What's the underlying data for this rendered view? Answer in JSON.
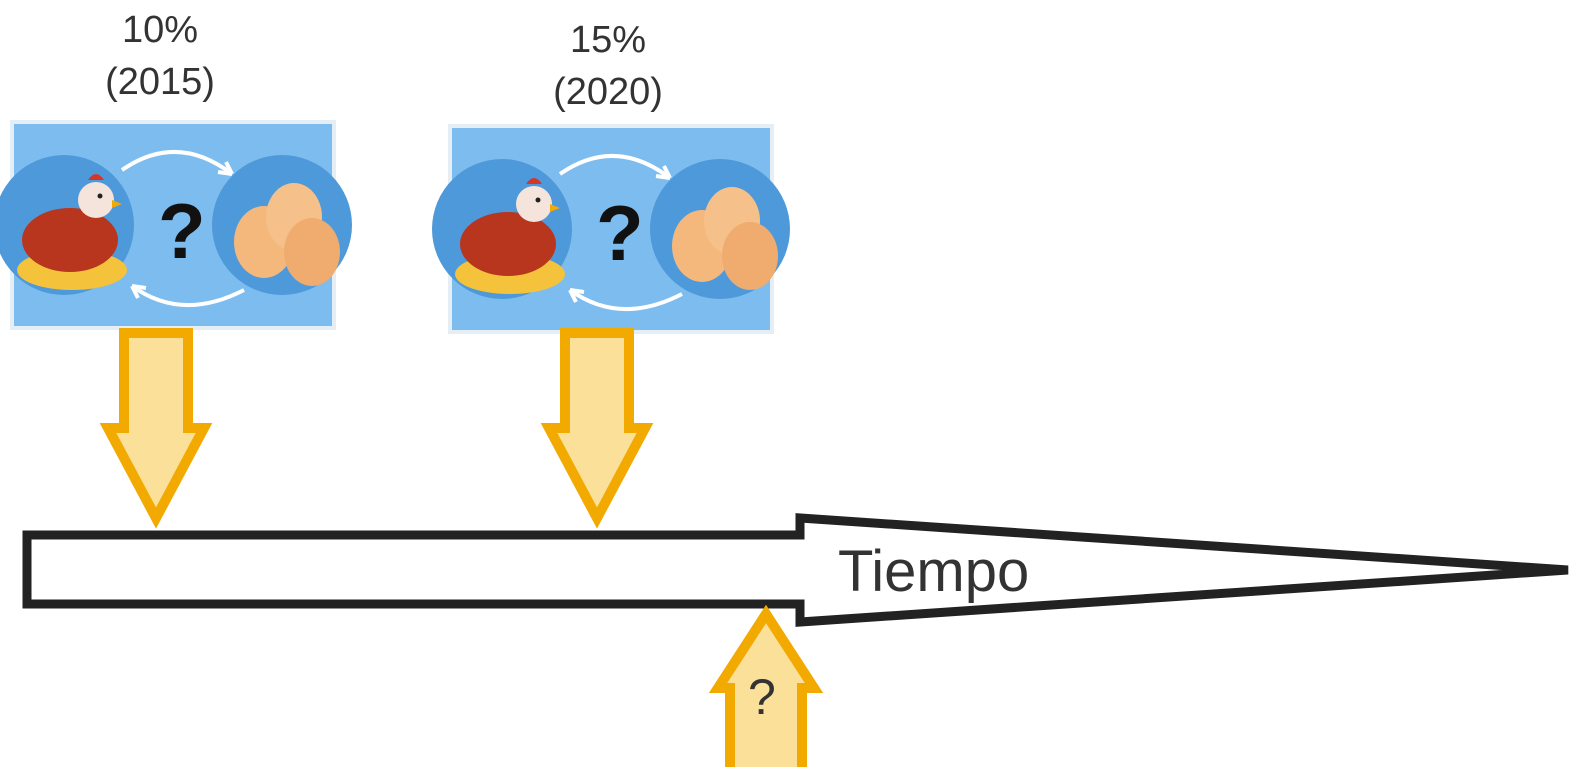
{
  "milestones": [
    {
      "percent": "10%",
      "year": "(2015)",
      "image_icon": "chicken-egg-cycle-icon"
    },
    {
      "percent": "15%",
      "year": "(2020)",
      "image_icon": "chicken-egg-cycle-icon"
    }
  ],
  "axis": {
    "label": "Tiempo"
  },
  "unknown_marker": {
    "label": "?"
  },
  "card": {
    "question": "?"
  },
  "colors": {
    "arrow_fill": "#fbe09a",
    "arrow_stroke": "#f2a900",
    "card_bg": "#7dbcef",
    "card_circle": "#4e99d9",
    "timeline_stroke": "#222222"
  }
}
